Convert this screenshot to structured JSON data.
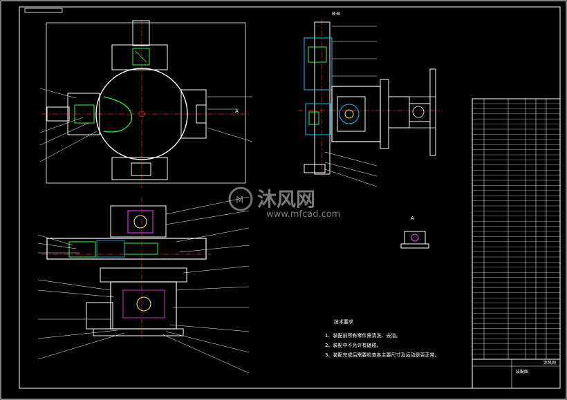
{
  "drawing": {
    "section_label": "B-B",
    "view_label": "A",
    "arrow_letter": "A"
  },
  "notes": {
    "heading": "技术要求",
    "items": [
      "1、装配前所有零件需清洗、去油。",
      "2、装配中不允许有磕碰。",
      "3、装配完成后需要检查各主要尺寸及运动是否正常。"
    ]
  },
  "title_block": {
    "drawing_name": "装配图",
    "company": "沐风网"
  },
  "watermark": {
    "brand": "沐风网",
    "url": "www.mfcad.com",
    "logo_letter": "M"
  },
  "colors": {
    "background": "#000000",
    "frame": "#ffffff",
    "centerline": "#ff2020",
    "part_outline": "#ffffff",
    "hatch": "#00c8ff",
    "accent_green": "#20ff40",
    "accent_yellow": "#ffff40",
    "accent_magenta": "#ff40ff"
  }
}
